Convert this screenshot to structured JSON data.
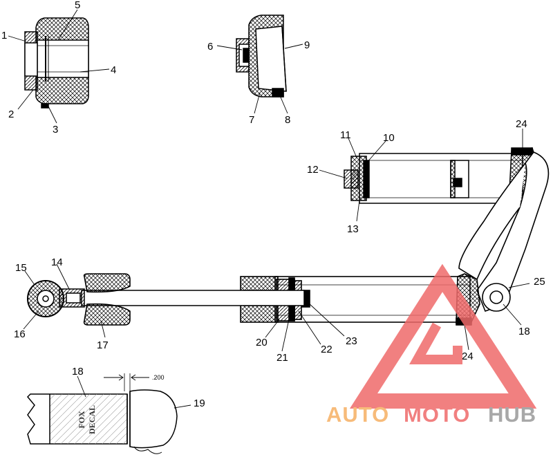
{
  "callouts": [
    {
      "id": "c1",
      "text": "1"
    },
    {
      "id": "c2",
      "text": "2"
    },
    {
      "id": "c3",
      "text": "3"
    },
    {
      "id": "c4",
      "text": "4"
    },
    {
      "id": "c5",
      "text": "5"
    },
    {
      "id": "c6",
      "text": "6"
    },
    {
      "id": "c7",
      "text": "7"
    },
    {
      "id": "c8",
      "text": "8"
    },
    {
      "id": "c9",
      "text": "9"
    },
    {
      "id": "c10",
      "text": "10"
    },
    {
      "id": "c11",
      "text": "11"
    },
    {
      "id": "c12",
      "text": "12"
    },
    {
      "id": "c13",
      "text": "13"
    },
    {
      "id": "c14",
      "text": "14"
    },
    {
      "id": "c15",
      "text": "15"
    },
    {
      "id": "c16",
      "text": "16"
    },
    {
      "id": "c17",
      "text": "17"
    },
    {
      "id": "c18a",
      "text": "18"
    },
    {
      "id": "c18b",
      "text": "18"
    },
    {
      "id": "c19",
      "text": "19"
    },
    {
      "id": "c20",
      "text": "20"
    },
    {
      "id": "c21",
      "text": "21"
    },
    {
      "id": "c22",
      "text": "22"
    },
    {
      "id": "c23",
      "text": "23"
    },
    {
      "id": "c24a",
      "text": "24"
    },
    {
      "id": "c24b",
      "text": "24"
    },
    {
      "id": "c25",
      "text": "25"
    }
  ],
  "dimension": ".200",
  "decal": {
    "line1": "FOX",
    "line2": "DECAL"
  },
  "watermark": {
    "part1": "AUTO",
    "part2": "MOTO",
    "part3": "HUB",
    "color_orange": "#f6b063",
    "color_red": "#ef6a6a",
    "color_gray": "#9a9a9a"
  }
}
